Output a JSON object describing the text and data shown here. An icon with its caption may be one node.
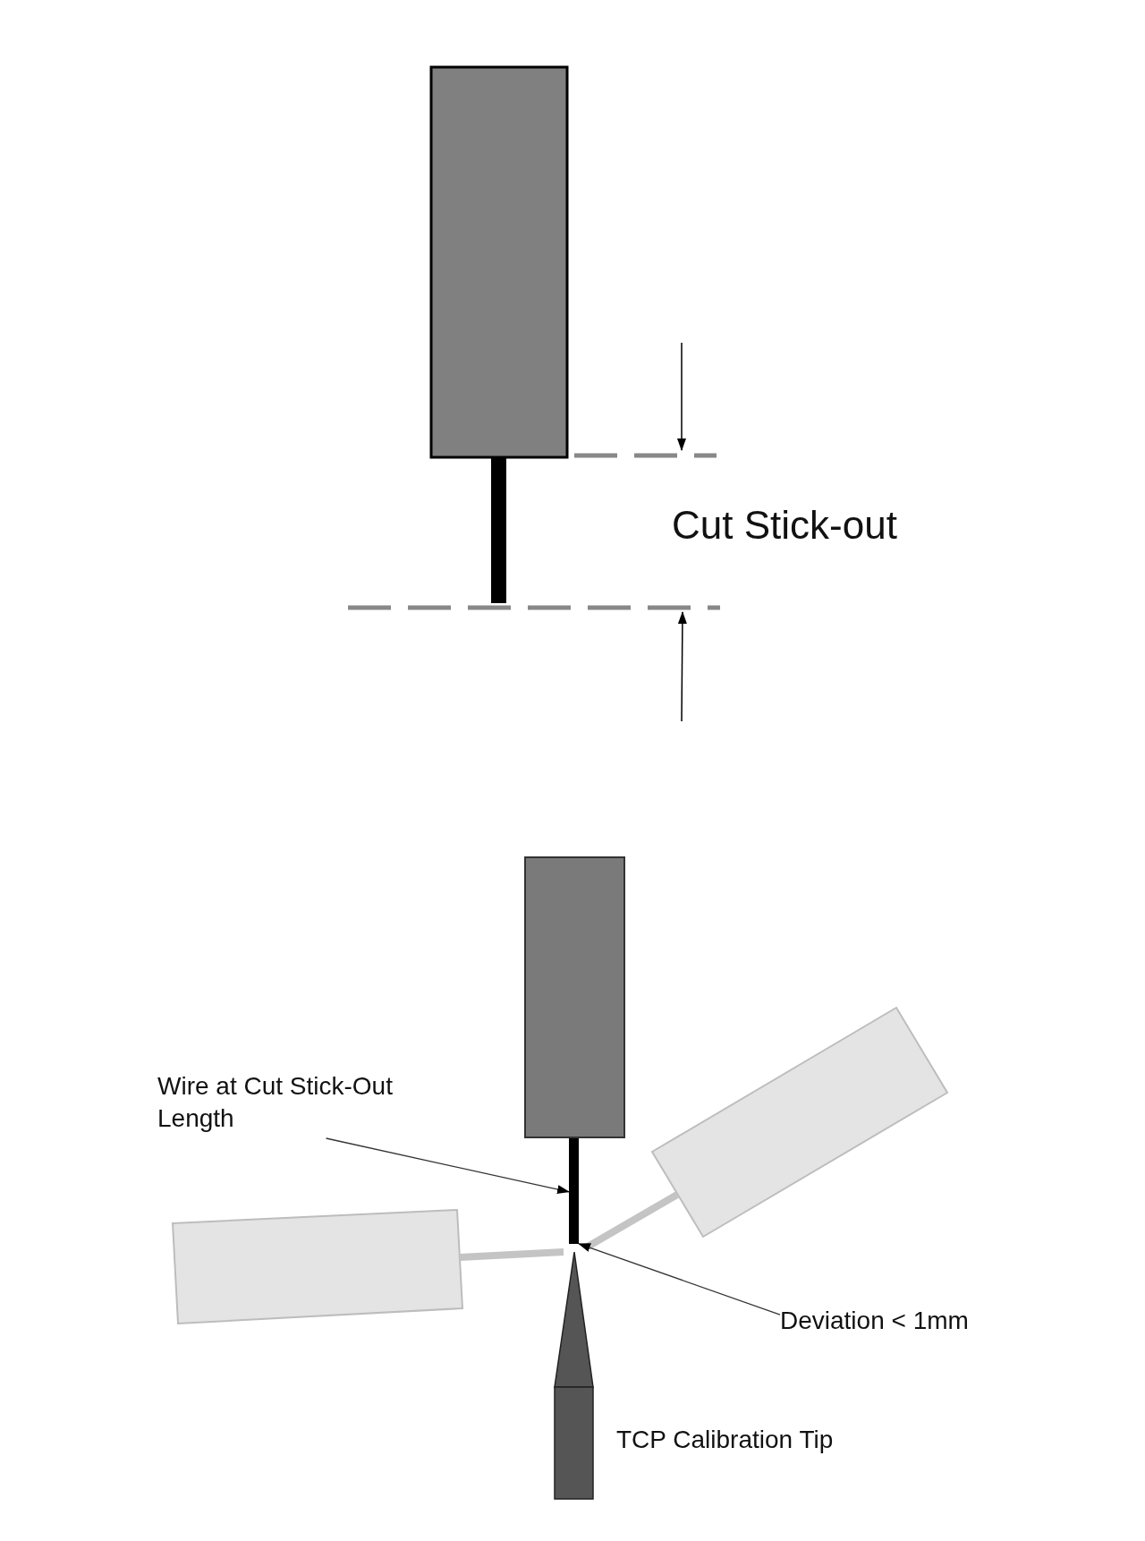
{
  "diagram": {
    "nodes": [
      {
        "text": [
          "Wire at Cut Stick-Out Length"
        ]
      },
      {
        "text": [],
        "shape": "bar"
      },
      {
        "text": [
          "Deviation < 1mm"
        ]
      }
    ],
    "edges": [
      {
        "from": 0,
        "to": 1,
        "arrow": "to"
      },
      {
        "from": 2,
        "to": 1,
        "arrow": "to"
      }
    ],
    "labels": [
      "Cut Stick-out",
      "TCP Calibration Tip"
    ]
  }
}
